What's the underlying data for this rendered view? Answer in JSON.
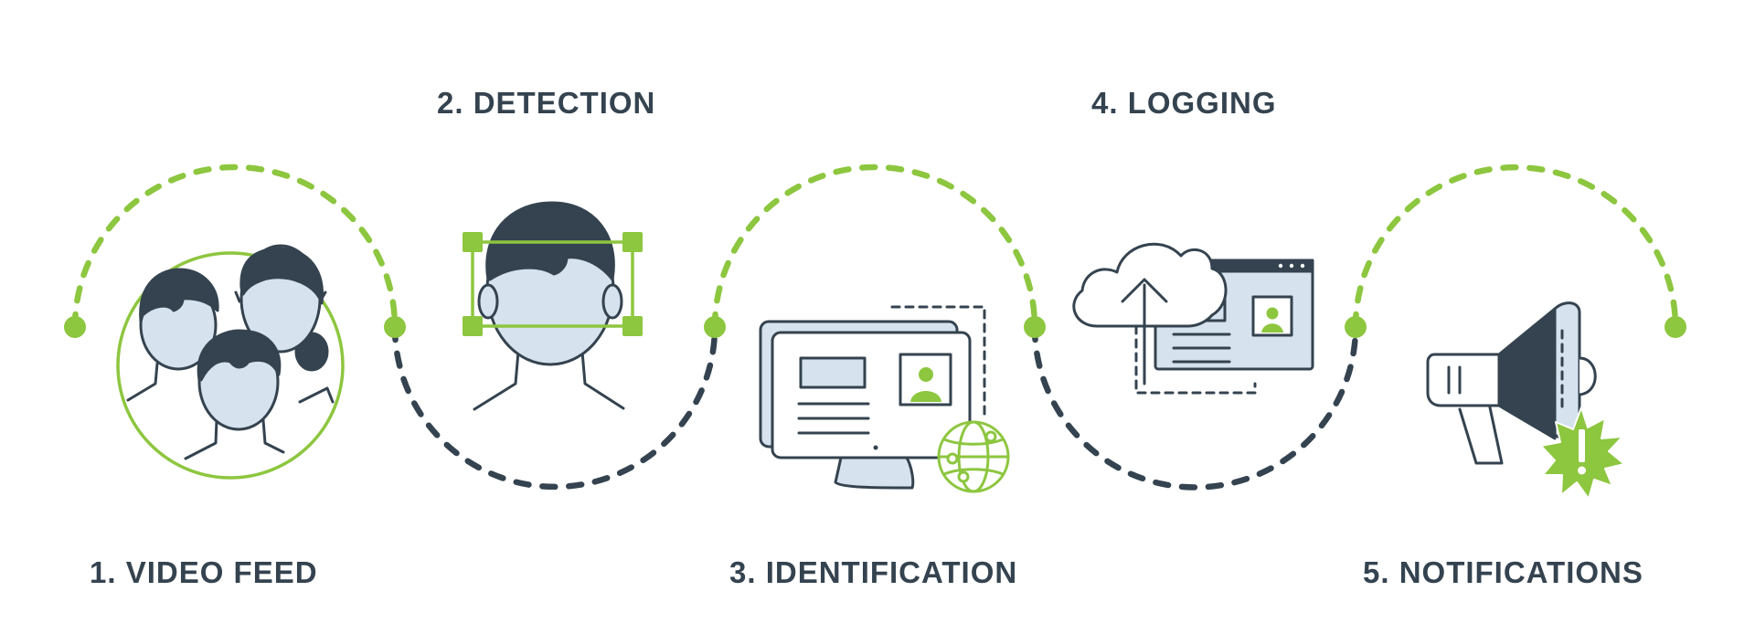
{
  "colors": {
    "accent": "#8dc63f",
    "dark": "#34434f",
    "fill": "#d6e3ee",
    "background": "#ffffff"
  },
  "steps": [
    {
      "label": "1. VIDEO FEED",
      "icon": "people-group-icon"
    },
    {
      "label": "2. DETECTION",
      "icon": "face-detection-icon"
    },
    {
      "label": "3. IDENTIFICATION",
      "icon": "computer-globe-icon"
    },
    {
      "label": "4. LOGGING",
      "icon": "cloud-upload-browser-icon"
    },
    {
      "label": "5. NOTIFICATIONS",
      "icon": "megaphone-alert-icon"
    }
  ]
}
